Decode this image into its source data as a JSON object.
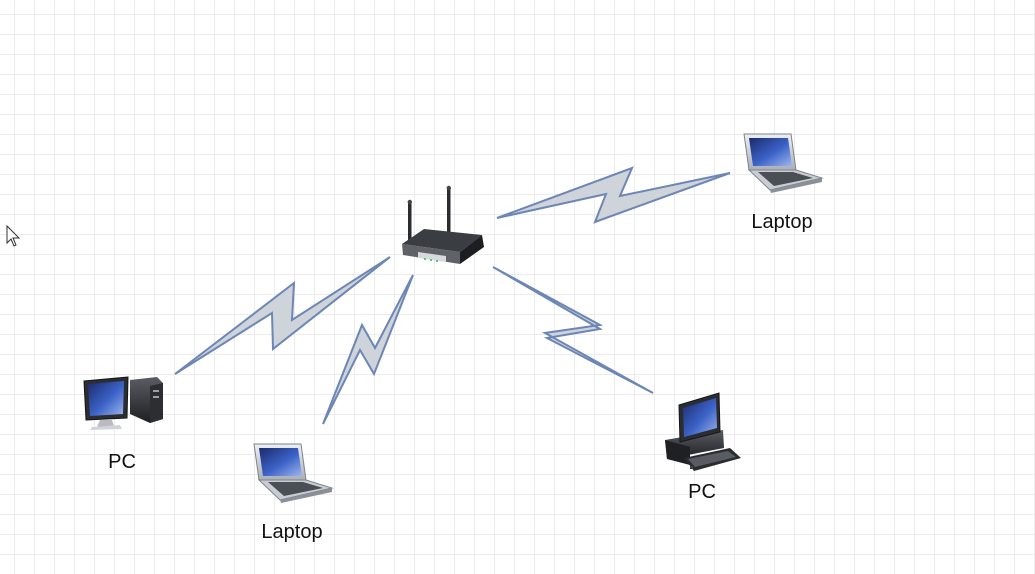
{
  "diagram": {
    "nodes": [
      {
        "id": "router",
        "type": "router",
        "label": ""
      },
      {
        "id": "laptop-top-right",
        "type": "laptop",
        "label": "Laptop"
      },
      {
        "id": "pc-left",
        "type": "desktop-pc",
        "label": "PC"
      },
      {
        "id": "laptop-bottom",
        "type": "laptop",
        "label": "Laptop"
      },
      {
        "id": "pc-bottom-right",
        "type": "workstation-pc",
        "label": "PC"
      }
    ],
    "links": [
      {
        "from": "router",
        "to": "laptop-top-right",
        "style": "wireless-bolt"
      },
      {
        "from": "router",
        "to": "pc-left",
        "style": "wireless-bolt"
      },
      {
        "from": "router",
        "to": "laptop-bottom",
        "style": "wireless-bolt"
      },
      {
        "from": "router",
        "to": "pc-bottom-right",
        "style": "wireless-bolt"
      }
    ]
  },
  "colors": {
    "link_fill": "#cfd3da",
    "link_stroke": "#6c86b5",
    "grid": "#ececec"
  },
  "icons": {
    "router": "wireless-router-icon",
    "laptop": "laptop-icon",
    "desktop": "desktop-pc-icon",
    "workstation": "workstation-pc-icon",
    "cursor": "mouse-pointer-icon"
  }
}
